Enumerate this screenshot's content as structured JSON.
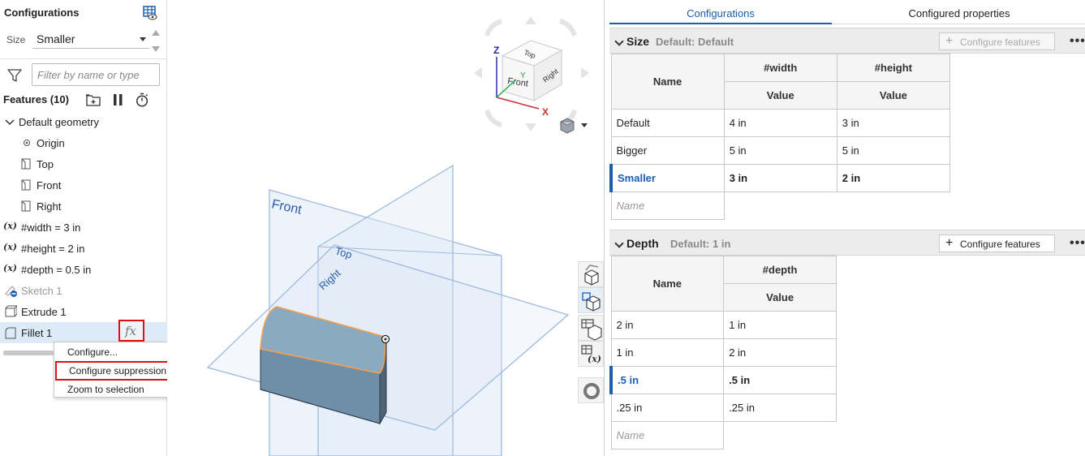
{
  "left_panel": {
    "title": "Configurations",
    "size_label": "Size",
    "size_value": "Smaller",
    "filter_placeholder": "Filter by name or type",
    "features_header": "Features (10)",
    "tree": [
      {
        "label": "Default geometry",
        "icon": "chevron-down-icon"
      },
      {
        "label": "Origin",
        "icon": "origin-icon"
      },
      {
        "label": "Top",
        "icon": "plane-icon"
      },
      {
        "label": "Front",
        "icon": "plane-icon"
      },
      {
        "label": "Right",
        "icon": "plane-icon"
      },
      {
        "label": "#width = 3 in",
        "icon": "variable-icon"
      },
      {
        "label": "#height = 2 in",
        "icon": "variable-icon"
      },
      {
        "label": "#depth = 0.5 in",
        "icon": "variable-icon"
      },
      {
        "label": "Sketch 1",
        "icon": "sketch-suppressed-icon"
      },
      {
        "label": "Extrude 1",
        "icon": "extrude-icon"
      },
      {
        "label": "Fillet 1",
        "icon": "fillet-icon"
      }
    ],
    "fx_label": "fx",
    "var_icon_text": "(x)"
  },
  "context_menu": {
    "items": [
      "Configure...",
      "Configure suppression with Size",
      "Zoom to selection"
    ]
  },
  "viewport": {
    "cube_top": "Top",
    "cube_front": "Front",
    "cube_right": "Right",
    "axis_z": "Z",
    "axis_y": "Y",
    "axis_x": "X",
    "plane_front": "Front",
    "plane_top": "Top",
    "plane_right": "Right",
    "var_tool_text": "(x)"
  },
  "right_panel": {
    "tabs": [
      "Configurations",
      "Configured properties"
    ],
    "sections": [
      {
        "name": "Size",
        "default": "Default: Default",
        "button": "Configure features",
        "more": "•••",
        "columns": [
          "#width",
          "#height"
        ],
        "name_header": "Name",
        "value_header": "Value",
        "rows": [
          {
            "name": "Default",
            "values": [
              "4 in",
              "3 in"
            ]
          },
          {
            "name": "Bigger",
            "values": [
              "5 in",
              "5 in"
            ]
          },
          {
            "name": "Smaller",
            "values": [
              "3 in",
              "2 in"
            ]
          }
        ],
        "name_placeholder": "Name"
      },
      {
        "name": "Depth",
        "default": "Default: 1 in",
        "button": "Configure features",
        "more": "•••",
        "columns": [
          "#depth"
        ],
        "name_header": "Name",
        "value_header": "Value",
        "rows": [
          {
            "name": "2 in",
            "values": [
              "1 in"
            ]
          },
          {
            "name": "1 in",
            "values": [
              "2 in"
            ]
          },
          {
            "name": ".5 in",
            "values": [
              ".5 in"
            ]
          },
          {
            "name": ".25 in",
            "values": [
              ".25 in"
            ]
          }
        ],
        "name_placeholder": "Name"
      }
    ]
  },
  "colors": {
    "accent": "#1a5fb4",
    "highlight_red": "#e01010",
    "selection_bg": "#dcebf7",
    "plane_blue": "#9dbbe0",
    "part_edge": "#f0a050"
  }
}
